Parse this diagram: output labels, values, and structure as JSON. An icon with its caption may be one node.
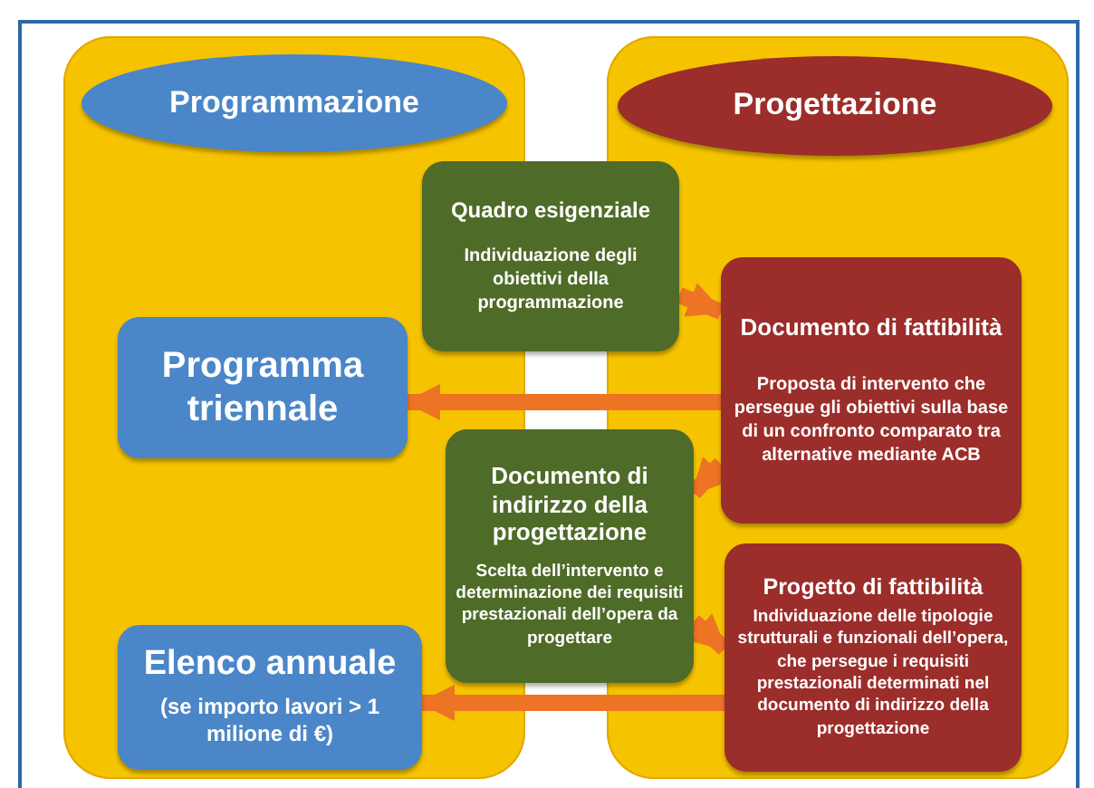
{
  "diagram": {
    "nodes": [
      {
        "text": [],
        "shape": "box"
      },
      {
        "text": [
          "Programmazione"
        ],
        "in": 0
      },
      {
        "text": [],
        "shape": "box"
      },
      {
        "text": [
          "Progettazione"
        ],
        "in": 2
      },
      {
        "text": [
          "Quadro esigenziale",
          "Individuazione degli obiettivi della programmazione"
        ]
      },
      {
        "text": [
          "Documento di fattibilità",
          "Proposta di intervento che persegue gli obiettivi sulla base di un confronto comparato tra alternative mediante ACB"
        ],
        "in": 2
      },
      {
        "text": [
          "Programma triennale"
        ],
        "in": 0
      },
      {
        "text": [
          "Documento di indirizzo della progettazione",
          "Scelta dell’intervento e determinazione dei requisiti prestazionali dell’opera da progettare"
        ]
      },
      {
        "text": [
          "Progetto di fattibilità",
          "Individuazione delle tipologie strutturali e funzionali dell’opera, che persegue i requisiti prestazionali determinati nel documento di indirizzo della progettazione"
        ],
        "in": 2
      },
      {
        "text": [
          "Elenco annuale",
          "(se importo lavori > 1 milione di €)"
        ],
        "in": 0
      }
    ],
    "edges": [
      {
        "from": 4,
        "to": 5,
        "arrow": "to"
      },
      {
        "from": 5,
        "to": 6,
        "arrow": "to"
      },
      {
        "from": 5,
        "to": 7,
        "arrow": "to"
      },
      {
        "from": 7,
        "to": 8,
        "arrow": "to"
      },
      {
        "from": 8,
        "to": 9,
        "arrow": "to"
      }
    ]
  }
}
